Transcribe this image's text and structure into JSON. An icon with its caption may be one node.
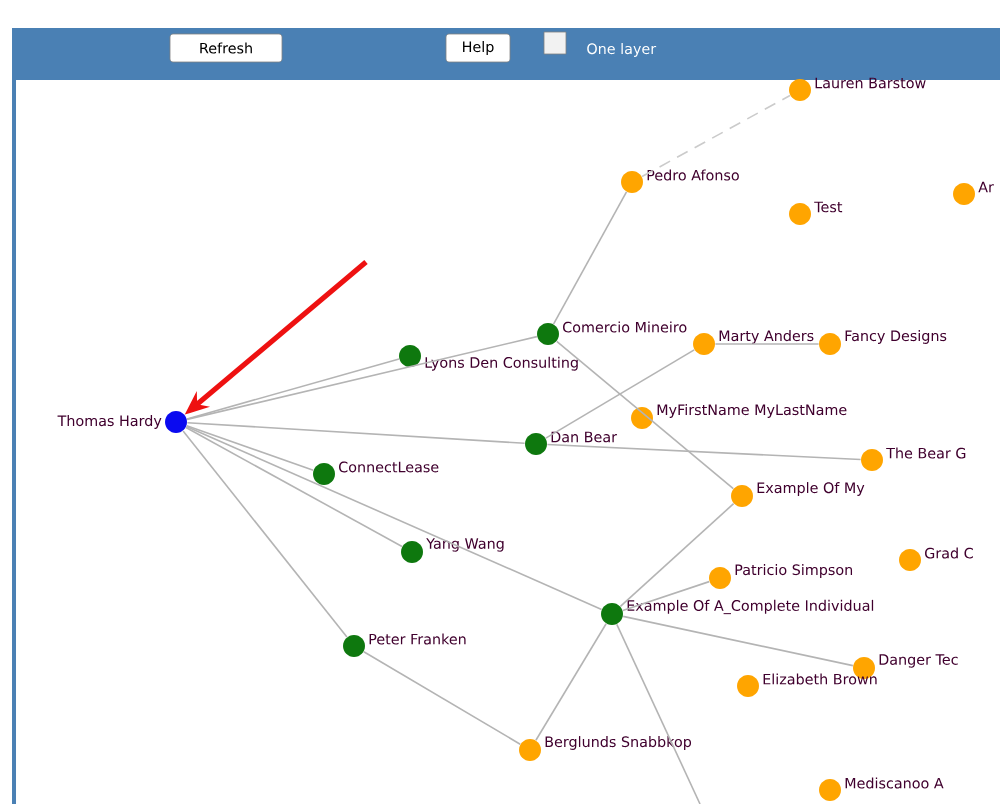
{
  "diagram": {
    "nodes": [
      {
        "text": [
          "Thomas Hardy"
        ]
      },
      {
        "text": [
          "Lyons Den Consulting"
        ]
      },
      {
        "text": [
          "ConnectLease"
        ]
      },
      {
        "text": [
          "Yang Wang"
        ]
      },
      {
        "text": [
          "Peter Franken"
        ]
      },
      {
        "text": [
          "Comercio Mineiro"
        ]
      },
      {
        "text": [
          "Dan Bear"
        ]
      },
      {
        "text": [
          "Example Of A_Complete Individual"
        ]
      },
      {
        "text": [
          "Lauren Barstow"
        ]
      },
      {
        "text": [
          "Pedro Afonso"
        ]
      },
      {
        "text": [
          "Test"
        ]
      },
      {
        "text": [
          "Ar"
        ]
      },
      {
        "text": [
          "Marty Anders"
        ]
      },
      {
        "text": [
          "Fancy Designs"
        ]
      },
      {
        "text": [
          "MyFirstName MyLastName"
        ]
      },
      {
        "text": [
          "The Bear G"
        ]
      },
      {
        "text": [
          "Example Of My"
        ]
      },
      {
        "text": [
          "Patricio Simpson"
        ]
      },
      {
        "text": [
          "Grad C"
        ]
      },
      {
        "text": [
          "Danger Tec"
        ]
      },
      {
        "text": [
          "Elizabeth Brown"
        ]
      },
      {
        "text": [
          "Berglunds Snabbkop"
        ]
      },
      {
        "text": [
          "Mediscanoo A"
        ]
      }
    ],
    "edges": [
      {
        "from": null,
        "to": 0,
        "arrow": "to",
        "style": "thick",
        "color": "#ee1111"
      },
      {
        "from": 0,
        "to": 1,
        "arrow": "none"
      },
      {
        "from": 0,
        "to": 5,
        "arrow": "none"
      },
      {
        "from": 0,
        "to": 6,
        "arrow": "none"
      },
      {
        "from": 0,
        "to": 2,
        "arrow": "none"
      },
      {
        "from": 0,
        "to": 3,
        "arrow": "none"
      },
      {
        "from": 0,
        "to": 7,
        "arrow": "none"
      },
      {
        "from": 0,
        "to": 4,
        "arrow": "none"
      },
      {
        "from": 4,
        "to": 21,
        "arrow": "none"
      },
      {
        "from": 7,
        "to": 21,
        "arrow": "none"
      },
      {
        "from": 7,
        "to": 17,
        "arrow": "none"
      },
      {
        "from": 7,
        "to": 19,
        "arrow": "none"
      },
      {
        "from": 7,
        "to": 16,
        "arrow": "none"
      },
      {
        "from": 5,
        "to": 9,
        "arrow": "none"
      },
      {
        "from": 5,
        "to": 16,
        "arrow": "none"
      },
      {
        "from": 6,
        "to": 12,
        "arrow": "none"
      },
      {
        "from": 6,
        "to": 15,
        "arrow": "none"
      },
      {
        "from": 12,
        "to": 13,
        "arrow": "none"
      },
      {
        "from": 9,
        "to": 8,
        "arrow": "none",
        "style": "dashed"
      },
      {
        "from": 7,
        "to": null,
        "arrow": "none"
      }
    ],
    "labels": [
      "Refresh",
      "Help",
      "One layer"
    ]
  }
}
